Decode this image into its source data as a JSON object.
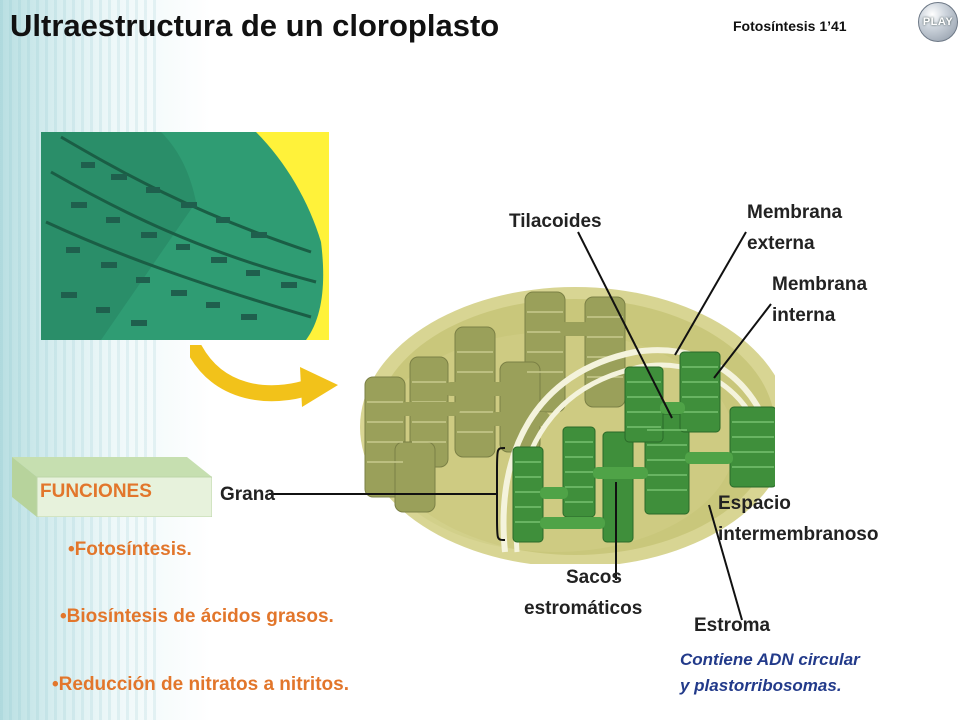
{
  "header": {
    "title": "Ultraestructura de un cloroplasto",
    "slide_number": "Fotosíntesis 1’41",
    "play_label": "PLAY"
  },
  "labels": {
    "tilacoides": "Tilacoides",
    "membrana_externa_1": "Membrana",
    "membrana_externa_2": "externa",
    "membrana_interna_1": "Membrana",
    "membrana_interna_2": "interna",
    "espacio_1": "Espacio",
    "espacio_2": "intermembranoso",
    "sacos_1": "Sacos",
    "sacos_2": "estromáticos",
    "estroma": "Estroma",
    "grana": "Grana"
  },
  "functions": {
    "heading": "FUNCIONES",
    "items": [
      "Fotosíntesis.",
      "Biosíntesis de ácidos grasos.",
      "Reducción de nitratos a nitritos."
    ]
  },
  "note": {
    "line1": "Contiene ADN circular",
    "line2": "y plastorribosomas."
  },
  "colors": {
    "accent_orange": "#e2762b",
    "note_blue": "#223a8a",
    "micrograph_bg": "#fff23a",
    "chloroplast_outer": "#d8d593",
    "grana_green": "#3f8f3b"
  }
}
